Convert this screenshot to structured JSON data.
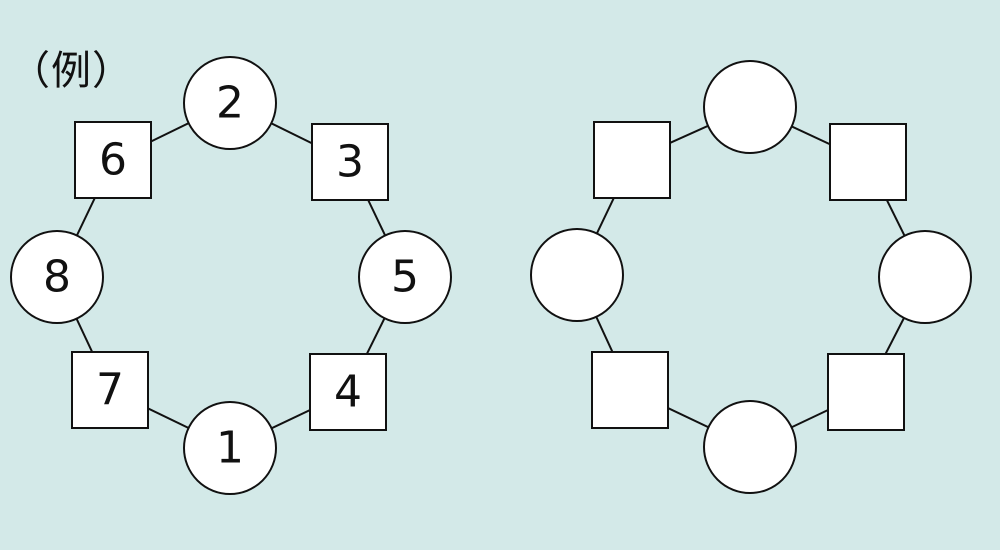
{
  "example_label": "（例）",
  "example_diagram": {
    "top_circle": "2",
    "top_right_square": "3",
    "right_circle": "5",
    "bottom_right_square": "4",
    "bottom_circle": "1",
    "bottom_left_square": "7",
    "left_circle": "8",
    "top_left_square": "6"
  },
  "colors": {
    "background": "#d3e9e8",
    "shape_fill": "#ffffff",
    "stroke": "#111111"
  }
}
